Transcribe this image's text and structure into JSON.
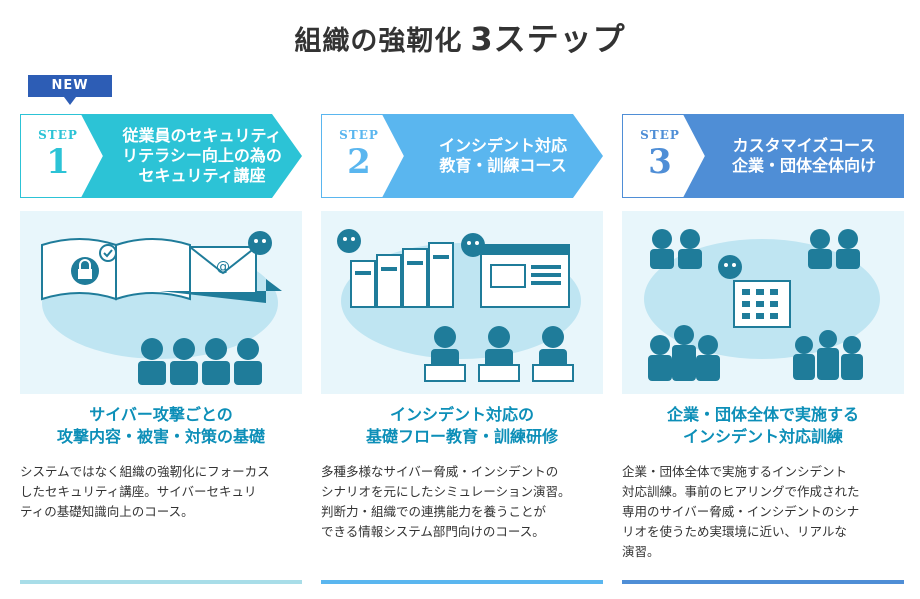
{
  "title": {
    "main": "組織の強靭化",
    "num": "3ステップ"
  },
  "badge": "NEW",
  "colors": {
    "step1": "#2cc3d6",
    "step2": "#5ab6ef",
    "step3": "#4f8ed6",
    "heading": "#0d8fb8",
    "navy": "#2d5db5"
  },
  "steps": [
    {
      "step_word": "STEP",
      "step_num": "1",
      "arrow_text": "従業員のセキュリティ\nリテラシー向上の為の\nセキュリティ講座",
      "heading": "サイバー攻撃ごとの\n攻撃内容・被害・対策の基礎",
      "desc": "システムではなく組織の強靭化にフォーカス\nしたセキュリティ講座。サイバーセキュリ\nティの基礎知識向上のコース。"
    },
    {
      "step_word": "STEP",
      "step_num": "2",
      "arrow_text": "インシデント対応\n教育・訓練コース",
      "heading": "インシデント対応の\n基礎フロー教育・訓練研修",
      "desc": "多種多様なサイバー脅威・インシデントの\nシナリオを元にしたシミュレーション演習。\n判断力・組織での連携能力を養うことが\nできる情報システム部門向けのコース。"
    },
    {
      "step_word": "STEP",
      "step_num": "3",
      "arrow_text": "カスタマイズコース\n企業・団体全体向け",
      "heading": "企業・団体全体で実施する\nインシデント対応訓練",
      "desc": "企業・団体全体で実施するインシデント\n対応訓練。事前のヒアリングで作成された\n専用のサイバー脅威・インシデントのシナ\nリオを使うため実環境に近い、リアルな\n演習。"
    }
  ]
}
